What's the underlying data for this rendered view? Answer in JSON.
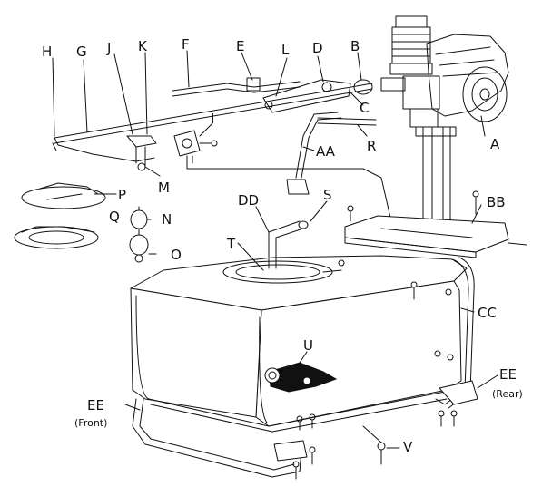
{
  "labels": {
    "H": "H",
    "G": "G",
    "J": "J",
    "K": "K",
    "F": "F",
    "E": "E",
    "L": "L",
    "D": "D",
    "B": "B",
    "A": "A",
    "C": "C",
    "R": "R",
    "I": "I",
    "M": "M",
    "AA": "AA",
    "P": "P",
    "Q": "Q",
    "N": "N",
    "O": "O",
    "DD": "DD",
    "S": "S",
    "T": "T",
    "BB": "BB",
    "CC": "CC",
    "U": "U",
    "EE_front": "EE",
    "front": "(Front)",
    "EE_rear": "EE",
    "rear": "(Rear)",
    "V": "V"
  }
}
